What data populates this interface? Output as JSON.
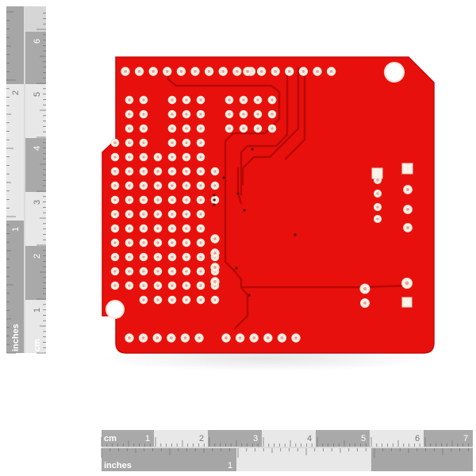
{
  "ruler_left": {
    "unit_cm": "cm",
    "unit_inches": "inches",
    "cm_numbers": [
      "6",
      "5",
      "4",
      "3",
      "2",
      "1"
    ],
    "inch_numbers": [
      "2",
      "1"
    ]
  },
  "ruler_bottom": {
    "unit_cm": "cm",
    "unit_inches": "inches",
    "cm_numbers": [
      "1",
      "2",
      "3",
      "4",
      "5",
      "6",
      "7"
    ],
    "inch_numbers": [
      "1"
    ]
  },
  "colors": {
    "board": "#e8100c",
    "board_edge": "#c40a08",
    "pad_ring": "#fbf3ea",
    "trace": "#b80806",
    "ruler_dark": "#9e9e9e",
    "ruler_light": "#e4e4e4"
  }
}
